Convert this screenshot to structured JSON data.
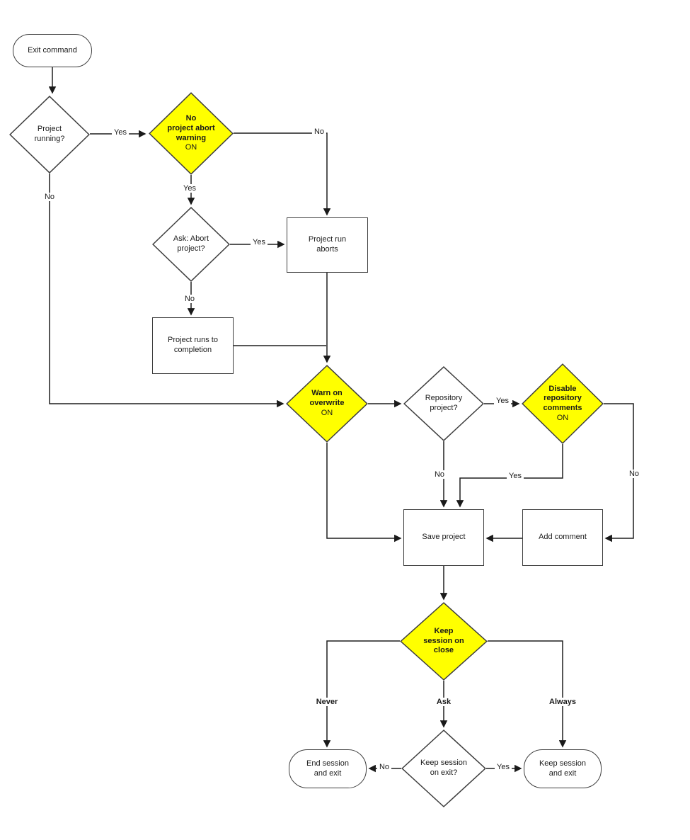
{
  "colors": {
    "highlight": "#FFFF00",
    "node_fill": "#FFFFFF",
    "border": "#3D3D3D",
    "line": "#1F1F1F"
  },
  "nodes": {
    "exit_command": {
      "label": "Exit command"
    },
    "project_running": {
      "label": "Project\nrunning?"
    },
    "no_project_abort_warning": {
      "label": "No\nproject abort\nwarning",
      "suffix": "ON"
    },
    "ask_abort_project": {
      "label": "Ask: Abort\nproject?"
    },
    "project_run_aborts": {
      "label": "Project run\naborts"
    },
    "project_runs_completion": {
      "label": "Project runs to\ncompletion"
    },
    "warn_on_overwrite": {
      "label": "Warn on\noverwrite",
      "suffix": "ON"
    },
    "repository_project": {
      "label": "Repository\nproject?"
    },
    "disable_repository_comments": {
      "label": "Disable\nrepository\ncomments",
      "suffix": "ON"
    },
    "save_project": {
      "label": "Save project"
    },
    "add_comment": {
      "label": "Add comment"
    },
    "keep_session_on_close": {
      "label": "Keep\nsession on\nclose"
    },
    "end_session_and_exit": {
      "label": "End session\nand exit"
    },
    "keep_session_on_exit": {
      "label": "Keep session\non exit?"
    },
    "keep_session_and_exit": {
      "label": "Keep session\nand exit"
    }
  },
  "edge_labels": {
    "project_running_yes": "Yes",
    "project_running_no": "No",
    "abort_warning_no": "No",
    "abort_warning_yes": "Yes",
    "ask_abort_yes": "Yes",
    "ask_abort_no": "No",
    "repository_yes": "Yes",
    "repository_no": "No",
    "disable_comments_yes": "Yes",
    "disable_comments_no": "No",
    "session_never": "Never",
    "session_ask": "Ask",
    "session_always": "Always",
    "keep_exit_no": "No",
    "keep_exit_yes": "Yes"
  }
}
